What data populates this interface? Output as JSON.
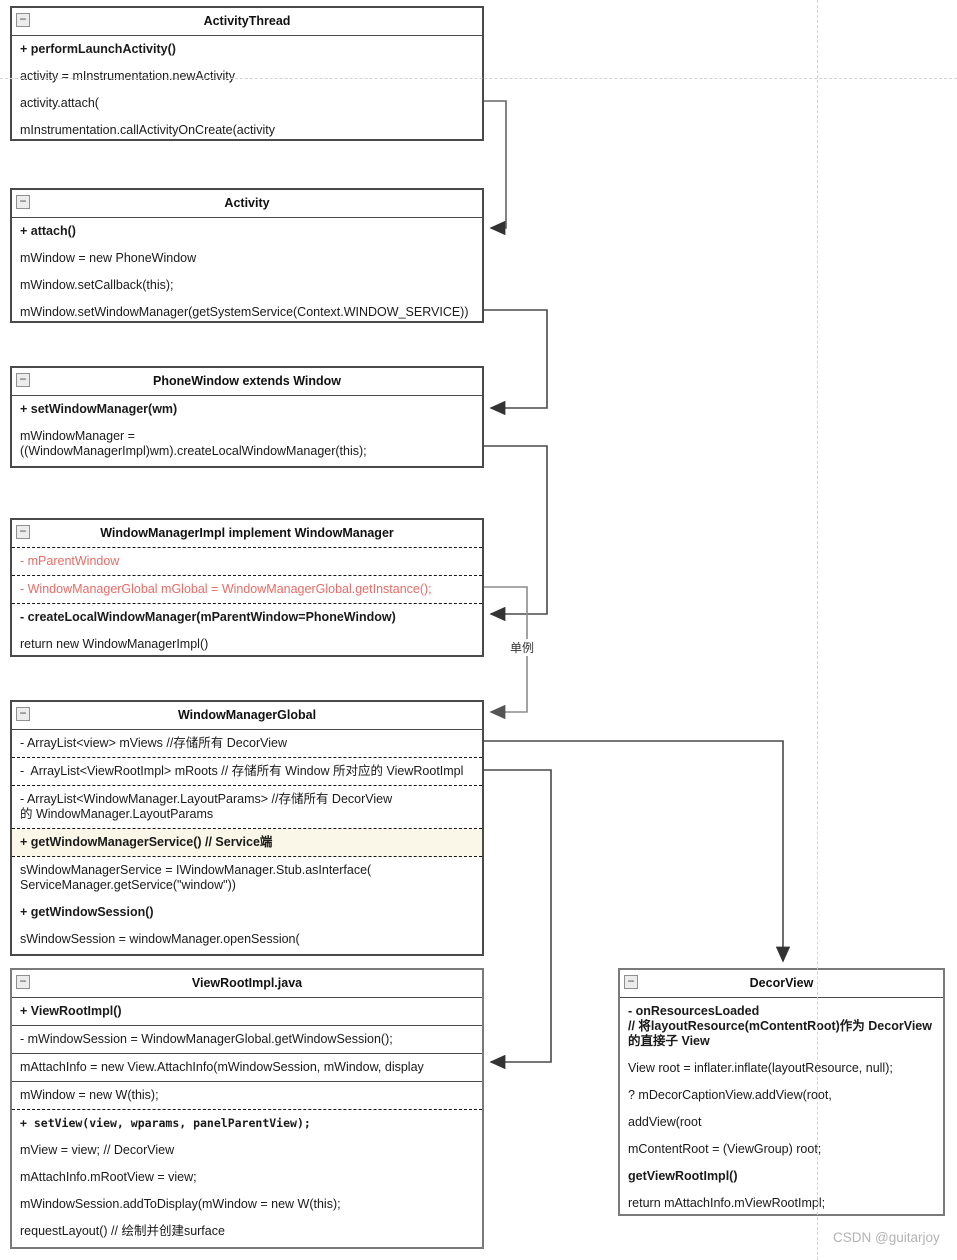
{
  "diagram_title": "Android Window / DecorView creation flow",
  "ui": {
    "collapse_glyph": "−"
  },
  "colors": {
    "red_member": "#ea6b66",
    "highlight_row": "#faf6e8",
    "connector": "#4a4a4a",
    "connector_gray": "#8c8c8c",
    "guide": "#d4d4d4"
  },
  "annotations": {
    "singleton_label": "单例",
    "watermark": "CSDN @guitarjoy"
  },
  "boxes": [
    {
      "title": "ActivityThread",
      "rows": [
        {
          "text": "+ performLaunchActivity()",
          "bold": true
        },
        {
          "text": "activity = mInstrumentation.newActivity"
        },
        {
          "text": "activity.attach("
        },
        {
          "text": "mInstrumentation.callActivityOnCreate(activity"
        }
      ]
    },
    {
      "title": "Activity",
      "rows": [
        {
          "text": "+ attach()",
          "bold": true
        },
        {
          "text": "mWindow = new PhoneWindow"
        },
        {
          "text": "mWindow.setCallback(this);"
        },
        {
          "text": "mWindow.setWindowManager(getSystemService(Context.WINDOW_SERVICE))"
        }
      ]
    },
    {
      "title": "PhoneWindow extends Window",
      "rows": [
        {
          "text": "+ setWindowManager(wm)",
          "bold": true
        },
        {
          "lines": [
            "mWindowManager =",
            "((WindowManagerImpl)wm).createLocalWindowManager(this);"
          ]
        }
      ]
    },
    {
      "title": "WindowManagerImpl implement WindowManager",
      "title_sep": "dashed",
      "rows": [
        {
          "text": "- mParentWindow",
          "color": "red",
          "sep": "dashed"
        },
        {
          "text": "- WindowManagerGlobal mGlobal = WindowManagerGlobal.getInstance();",
          "color": "red",
          "sep": "dashed"
        },
        {
          "text": "- createLocalWindowManager(mParentWindow=PhoneWindow)",
          "bold": true
        },
        {
          "text": "return new WindowManagerImpl()"
        }
      ]
    },
    {
      "title": "WindowManagerGlobal",
      "rows": [
        {
          "text": "- ArrayList<view> mViews //存储所有 DecorView",
          "sep": "dashed"
        },
        {
          "text": "-  ArrayList<ViewRootImpl> mRoots // 存储所有 Window 所对应的 ViewRootImpl",
          "sep": "dashed"
        },
        {
          "lines": [
            "- ArrayList<WindowManager.LayoutParams> //存储所有 DecorView",
            "的 WindowManager.LayoutParams"
          ],
          "sep": "dashed"
        },
        {
          "text": "+ getWindowManagerService() // Service端",
          "bold": true,
          "highlight": true,
          "sep": "dashed"
        },
        {
          "lines": [
            "sWindowManagerService = IWindowManager.Stub.asInterface(",
            "ServiceManager.getService(\"window\"))"
          ]
        },
        {
          "text": "+ getWindowSession()",
          "bold": true
        },
        {
          "text": "sWindowSession = windowManager.openSession("
        }
      ]
    },
    {
      "title": "ViewRootImpl.java",
      "rows": [
        {
          "text": "+ ViewRootImpl()",
          "bold": true,
          "sep": "solid"
        },
        {
          "text": "- mWindowSession = WindowManagerGlobal.getWindowSession();",
          "sep": "solid"
        },
        {
          "text": "mAttachInfo = new View.AttachInfo(mWindowSession, mWindow, display",
          "sep": "solid"
        },
        {
          "text": "mWindow = new W(this);",
          "sep": "dashed"
        },
        {
          "text": "+ setView(view, wparams, panelParentView);",
          "bold": true,
          "mono": true
        },
        {
          "text": "mView = view; // DecorView"
        },
        {
          "text": "mAttachInfo.mRootView = view;"
        },
        {
          "text": "mWindowSession.addToDisplay(mWindow = new W(this);"
        },
        {
          "text": "requestLayout() // 绘制并创建surface"
        }
      ]
    },
    {
      "title": "DecorView",
      "rows": [
        {
          "lines": [
            "- onResourcesLoaded",
            "// 将layoutResource(mContentRoot)作为 DecorView",
            "的直接子 View"
          ],
          "bold": true
        },
        {
          "text": "View root = inflater.inflate(layoutResource, null);"
        },
        {
          "text": "? mDecorCaptionView.addView(root,"
        },
        {
          "text": "addView(root"
        },
        {
          "text": "mContentRoot = (ViewGroup) root;"
        },
        {
          "text": "getViewRootImpl()",
          "bold": true
        },
        {
          "text": "return mAttachInfo.mViewRootImpl;"
        }
      ]
    }
  ],
  "connectors": [
    {
      "from": "ActivityThread.activity.attach(",
      "to": "Activity.+attach()"
    },
    {
      "from": "Activity.mWindow.setWindowManager",
      "to": "PhoneWindow.+setWindowManager(wm)"
    },
    {
      "from": "PhoneWindow.createLocalWindowManager call",
      "to": "WindowManagerImpl.-createLocalWindowManager"
    },
    {
      "from": "WindowManagerImpl.mGlobal",
      "to": "WindowManagerGlobal",
      "label": "单例"
    },
    {
      "from": "WindowManagerGlobal.mViews",
      "to": "DecorView"
    },
    {
      "from": "WindowManagerGlobal.mRoots",
      "to": "ViewRootImpl.mAttachInfo"
    }
  ]
}
